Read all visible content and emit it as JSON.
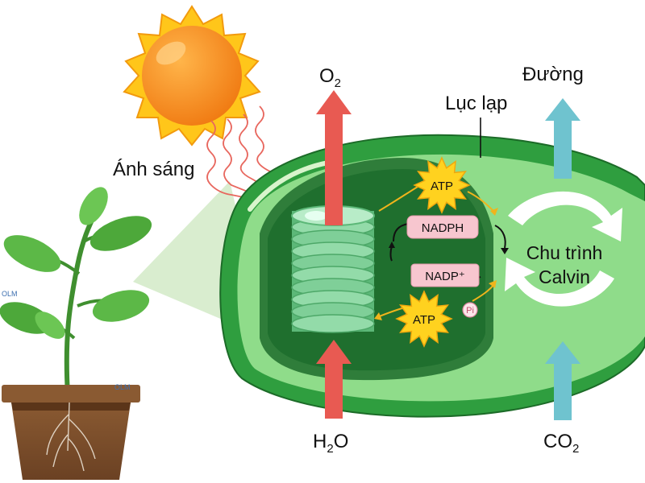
{
  "labels": {
    "light": "Ánh sáng",
    "oxygen_main": "O",
    "oxygen_sub": "2",
    "sugar": "Đường",
    "chloroplast": "Lục lạp",
    "water_pre": "H",
    "water_sub": "2",
    "water_post": "O",
    "co2_main": "CO",
    "co2_sub": "2"
  },
  "molecules": {
    "atp_top": "ATP",
    "atp_bottom": "ATP",
    "nadph": "NADPH",
    "nadp": "NADP⁺",
    "pi": "Pi"
  },
  "calvin": {
    "line1": "Chu trình",
    "line2": "Calvin"
  },
  "watermark": "OLM",
  "colors": {
    "chloroplast_outer": "#2f9e3f",
    "chloroplast_light": "#8fdc8a",
    "stroma_dark": "#1f6f2e",
    "thylakoid": "#8fd3a8",
    "red_arrow": "#e85a52",
    "blue_arrow": "#6fc3cf",
    "atp_star": "#ffd21f",
    "pill_bg": "#f7c6cf",
    "sun": "#ff8c1a"
  }
}
